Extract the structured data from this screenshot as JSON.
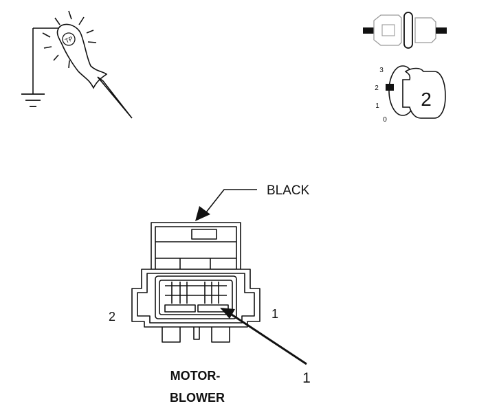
{
  "colors": {
    "line": "#111111",
    "faint": "#8a8a8a",
    "background": "#ffffff"
  },
  "icons": {
    "probe": "test-probe-icon",
    "ground": "ground-symbol-icon",
    "connector_side": "connector-side-icon",
    "switch_positions": "switch-position-icon"
  },
  "probe": {
    "badge_text": "TP"
  },
  "switch_indicator": {
    "positions": [
      "3",
      "2",
      "1",
      "0"
    ],
    "selected": "2"
  },
  "connector": {
    "wire_color_label": "BLACK",
    "pin_left_label": "2",
    "pin_right_label": "1",
    "callout_number": "1",
    "component_label_line1": "MOTOR-",
    "component_label_line2": "BLOWER"
  }
}
